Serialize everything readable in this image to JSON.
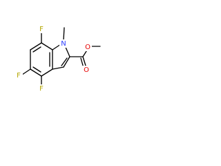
{
  "molecule": {
    "atoms": {
      "F_top": "F",
      "N": "N",
      "methyl": "",
      "ester_O_carbonyl": "O",
      "ester_O": "O",
      "F_mid": "F",
      "F_bottom": "F"
    },
    "colors": {
      "bond": "#000000",
      "F": "#b3a600",
      "N": "#2a3cff",
      "O": "#e60000"
    }
  }
}
